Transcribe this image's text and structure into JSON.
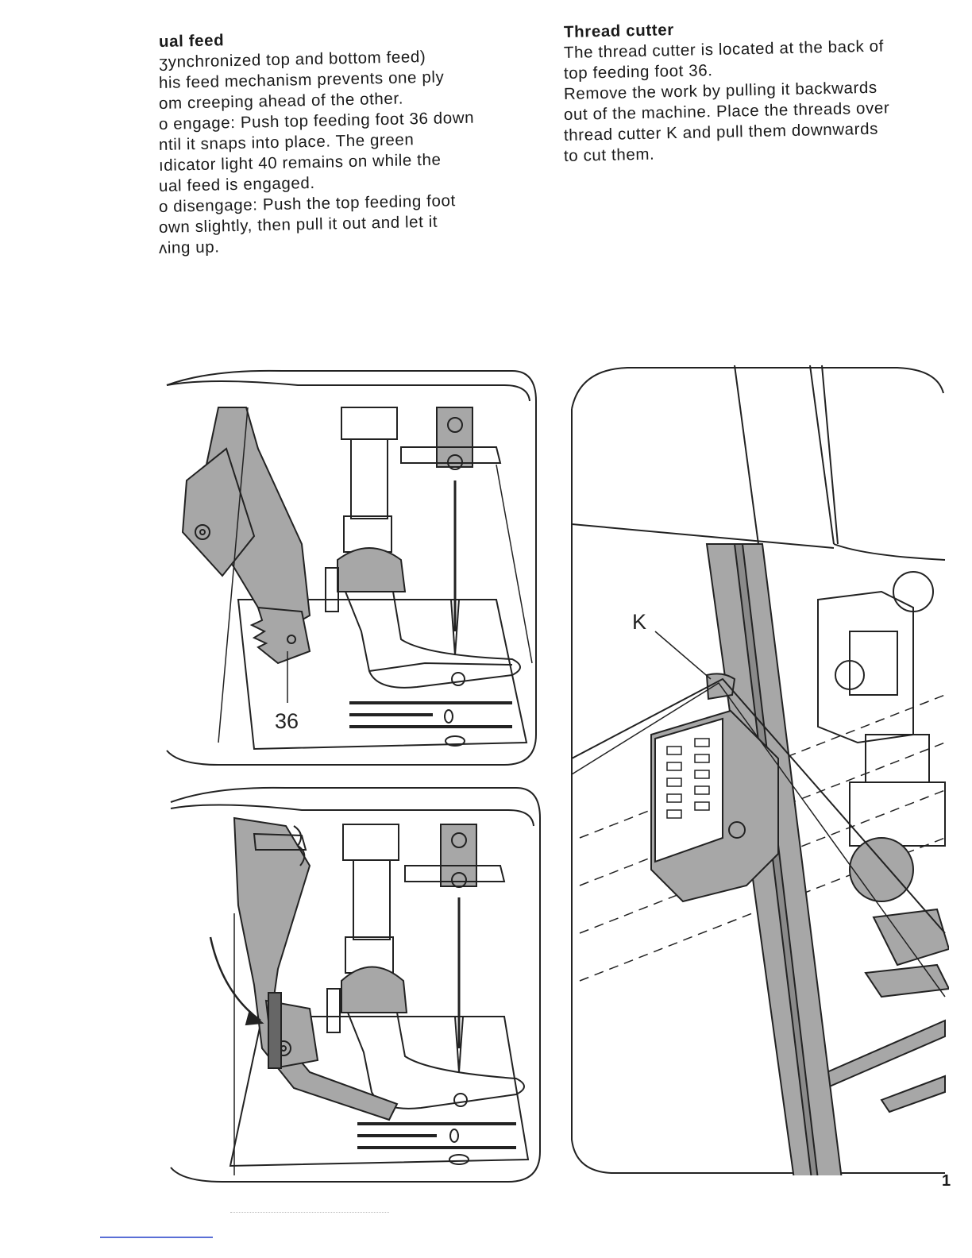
{
  "left_column": {
    "heading": "ual feed",
    "lines": [
      "ʒynchronized top and bottom feed)",
      "his feed mechanism prevents one ply",
      "om creeping ahead of the other.",
      "o engage: Push top feeding foot 36 down",
      "ntil it snaps into place. The green",
      "ıdicator light 40 remains on while the",
      "ual feed is engaged.",
      "o disengage: Push the top feeding foot",
      "own slightly, then pull it out and let it",
      "ʌing up."
    ]
  },
  "right_column": {
    "heading": "Thread cutter",
    "lines": [
      "The thread cutter is located at the back of",
      "top feeding foot 36.",
      "Remove the work by pulling it backwards",
      "out of the machine. Place the threads over",
      "thread cutter K and pull them downwards",
      "to cut them."
    ]
  },
  "figures": {
    "callout_36": "36",
    "callout_k": "K"
  },
  "page_number": "1",
  "colors": {
    "text": "#1a1a1a",
    "part_gray": "#a7a7a7",
    "line": "#222222"
  }
}
